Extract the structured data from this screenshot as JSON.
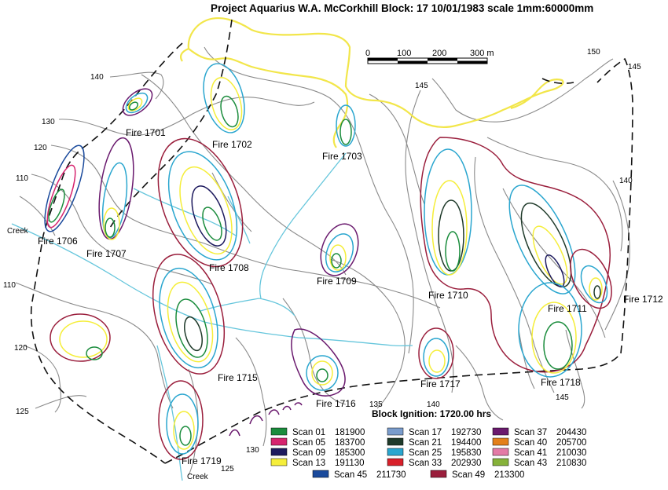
{
  "title": "Project Aquarius W.A.  McCorkhill Block: 17   10/01/1983  scale 1mm:60000mm",
  "scale_bar": {
    "ticks": [
      "0",
      "100",
      "200",
      "300 m"
    ]
  },
  "ignition": "Block Ignition: 1720.00 hrs",
  "fires": [
    {
      "id": "f1701",
      "label": "Fire 1701"
    },
    {
      "id": "f1702",
      "label": "Fire 1702"
    },
    {
      "id": "f1703",
      "label": "Fire 1703"
    },
    {
      "id": "f1706",
      "label": "Fire 1706"
    },
    {
      "id": "f1707",
      "label": "Fire 1707"
    },
    {
      "id": "f1708",
      "label": "Fire 1708"
    },
    {
      "id": "f1709",
      "label": "Fire 1709"
    },
    {
      "id": "f1710",
      "label": "Fire 1710"
    },
    {
      "id": "f1711",
      "label": "Fire 1711"
    },
    {
      "id": "f1712",
      "label": "Fire 1712"
    },
    {
      "id": "f1715",
      "label": "Fire 1715"
    },
    {
      "id": "f1716",
      "label": "Fire 1716"
    },
    {
      "id": "f1717",
      "label": "Fire 1717"
    },
    {
      "id": "f1718",
      "label": "Fire 1718"
    },
    {
      "id": "f1719",
      "label": "Fire 1719"
    }
  ],
  "contour_labels": [
    "150",
    "145",
    "145",
    "140",
    "140",
    "130",
    "120",
    "110",
    "110",
    "120",
    "125",
    "125",
    "130",
    "135",
    "140",
    "145"
  ],
  "creek_labels": [
    "Creek",
    "Creek"
  ],
  "legend": [
    {
      "label": "Scan 01",
      "time": "181900",
      "color": "#1a8c3c"
    },
    {
      "label": "Scan 05",
      "time": "183700",
      "color": "#d6246e"
    },
    {
      "label": "Scan 09",
      "time": "185300",
      "color": "#1d1a5e"
    },
    {
      "label": "Scan 13",
      "time": "191130",
      "color": "#f5ee3a"
    },
    {
      "label": "Scan 17",
      "time": "192730",
      "color": "#7a9ccc"
    },
    {
      "label": "Scan 21",
      "time": "194400",
      "color": "#1f3a2a"
    },
    {
      "label": "Scan 25",
      "time": "195830",
      "color": "#2aa6cf"
    },
    {
      "label": "Scan 33",
      "time": "202930",
      "color": "#d8202a"
    },
    {
      "label": "Scan 37",
      "time": "204430",
      "color": "#6a1a6e"
    },
    {
      "label": "Scan 40",
      "time": "205700",
      "color": "#e3801a"
    },
    {
      "label": "Scan 41",
      "time": "210030",
      "color": "#e37aa6"
    },
    {
      "label": "Scan 43",
      "time": "210830",
      "color": "#86b23a"
    },
    {
      "label": "Scan 45",
      "time": "211730",
      "color": "#1a4a9c"
    },
    {
      "label": "Scan 49",
      "time": "213300",
      "color": "#9a1e3c"
    }
  ]
}
